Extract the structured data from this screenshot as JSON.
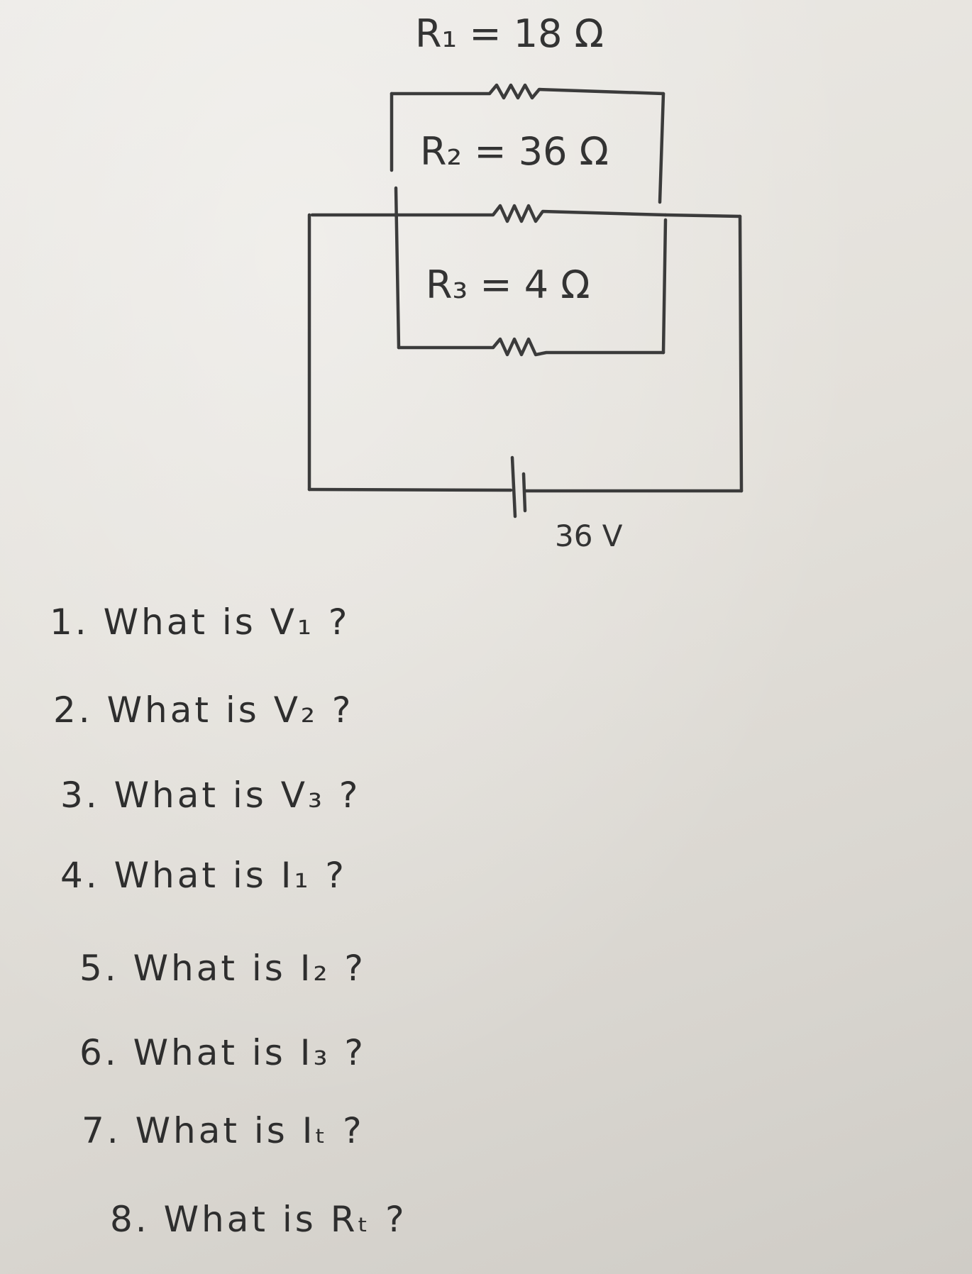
{
  "diagram": {
    "resistors": [
      {
        "id": "r1",
        "label": "R₁ = 18 Ω"
      },
      {
        "id": "r2",
        "label": "R₂ = 36 Ω"
      },
      {
        "id": "r3",
        "label": "R₃ = 4 Ω"
      }
    ],
    "battery": {
      "label": "36 V"
    }
  },
  "questions": [
    "1. What is V₁ ?",
    "2. What is V₂ ?",
    "3. What is V₃ ?",
    "4. What is I₁ ?",
    "5. What is I₂ ?",
    "6. What is I₃ ?",
    "7. What is Iₜ ?",
    "8. What is Rₜ ?"
  ]
}
